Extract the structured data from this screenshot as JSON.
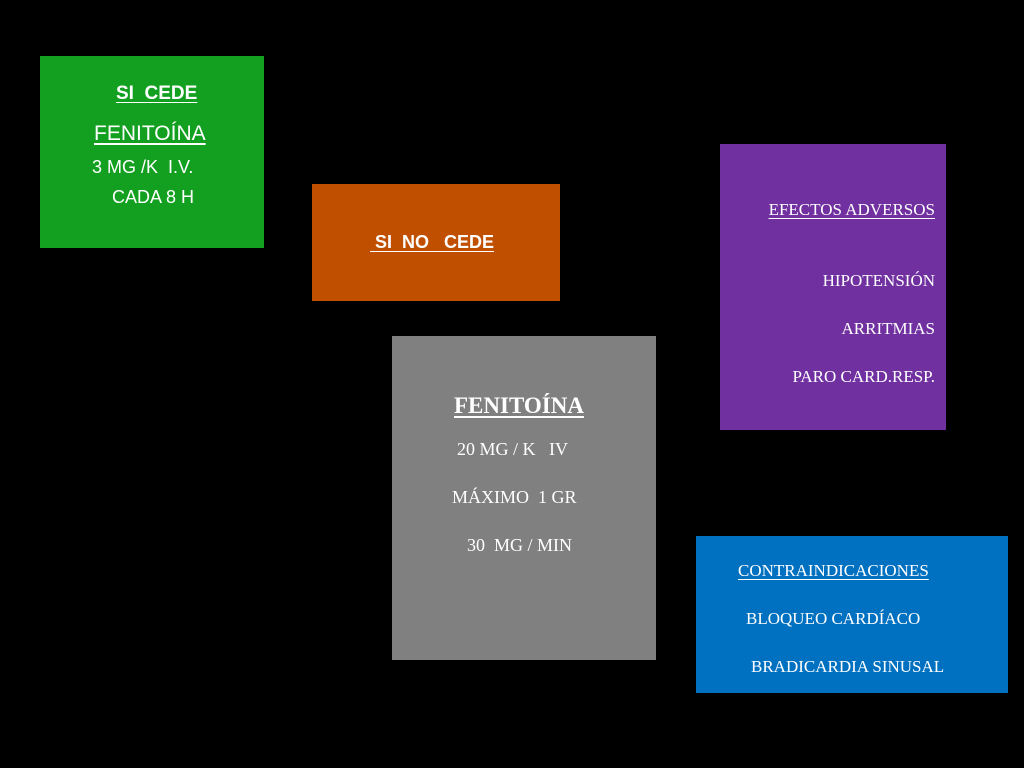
{
  "boxes": {
    "si_cede": {
      "title": "SI  CEDE",
      "drug": "FENITOÍNA",
      "dose": "3 MG /K  I.V.",
      "frequency": "CADA 8 H",
      "color": "#13a021"
    },
    "si_no_cede": {
      "title": " SI  NO   CEDE",
      "color": "#c14f00"
    },
    "fenitoina": {
      "drug": "FENITOÍNA",
      "dose": "20 MG / K   IV",
      "max": "MÁXIMO  1 GR",
      "rate": "30  MG / MIN",
      "color": "#808080"
    },
    "efectos_adversos": {
      "heading": "EFECTOS ADVERSOS",
      "items": [
        "HIPOTENSIÓN",
        "ARRITMIAS",
        "PARO CARD.RESP."
      ],
      "color": "#7030a0"
    },
    "contraindicaciones": {
      "heading": "CONTRAINDICACIONES",
      "items": [
        "BLOQUEO CARDÍACO",
        "BRADICARDIA SINUSAL"
      ],
      "color": "#0070c0"
    }
  }
}
